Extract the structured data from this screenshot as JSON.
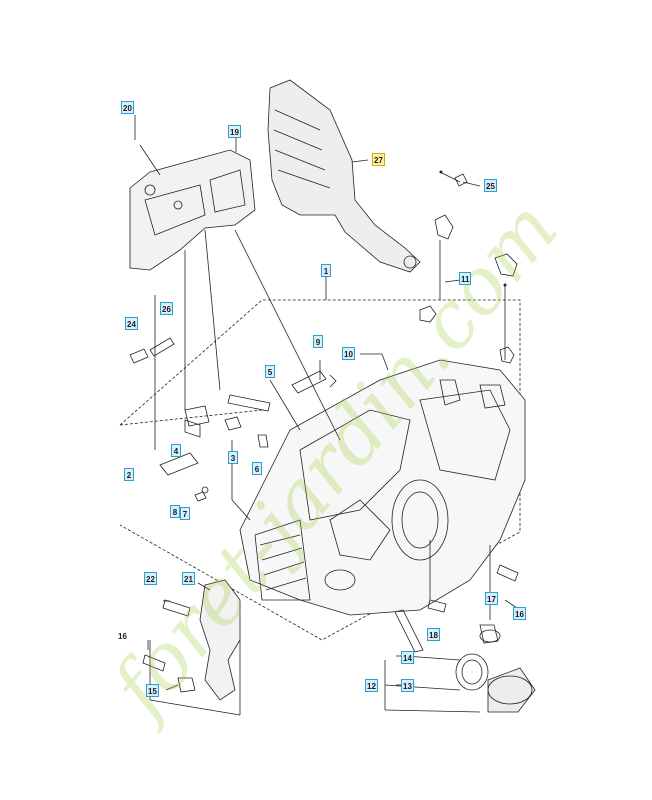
{
  "callouts": [
    {
      "id": "20",
      "label": "20"
    },
    {
      "id": "19",
      "label": "19"
    },
    {
      "id": "27",
      "label": "27",
      "highlight": true
    },
    {
      "id": "25",
      "label": "25"
    },
    {
      "id": "11",
      "label": "11"
    },
    {
      "id": "1",
      "label": "1"
    },
    {
      "id": "26",
      "label": "26"
    },
    {
      "id": "24",
      "label": "24"
    },
    {
      "id": "9",
      "label": "9"
    },
    {
      "id": "10",
      "label": "10"
    },
    {
      "id": "5",
      "label": "5"
    },
    {
      "id": "4",
      "label": "4"
    },
    {
      "id": "3",
      "label": "3"
    },
    {
      "id": "6",
      "label": "6"
    },
    {
      "id": "2",
      "label": "2"
    },
    {
      "id": "8",
      "label": "8"
    },
    {
      "id": "7",
      "label": "7"
    },
    {
      "id": "22",
      "label": "22"
    },
    {
      "id": "21",
      "label": "21"
    },
    {
      "id": "17",
      "label": "17"
    },
    {
      "id": "16b",
      "label": "16"
    },
    {
      "id": "18",
      "label": "18"
    },
    {
      "id": "14",
      "label": "14"
    },
    {
      "id": "12",
      "label": "12"
    },
    {
      "id": "13",
      "label": "13"
    },
    {
      "id": "15",
      "label": "15"
    }
  ],
  "plain_labels": [
    {
      "id": "16a",
      "label": "16"
    }
  ],
  "watermark": {
    "text": "foret-jardin.com",
    "color": "#9ecb3c"
  },
  "colors": {
    "callout_border": "#2a9fd0",
    "callout_fill": "#d7effa",
    "highlight_border": "#d9a300",
    "highlight_fill": "#fff3a8",
    "line": "#222222"
  }
}
